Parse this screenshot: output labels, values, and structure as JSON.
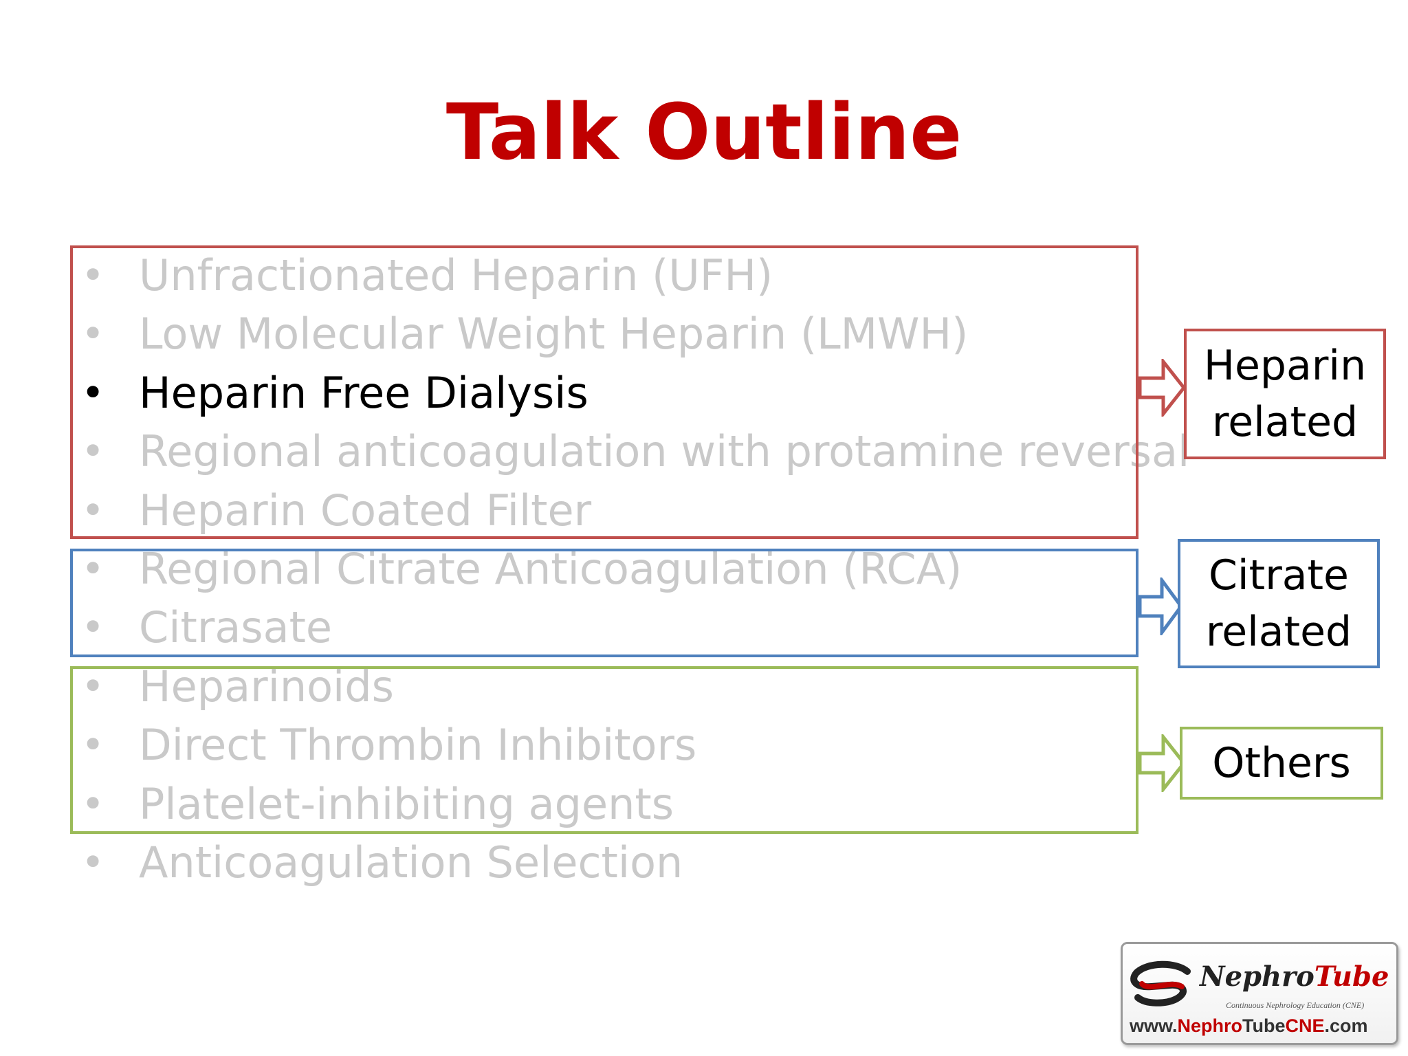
{
  "slide": {
    "title": "Talk Outline",
    "bullet_char": "•",
    "items": [
      {
        "label": "Unfractionated Heparin (UFH)",
        "active": false
      },
      {
        "label": "Low Molecular Weight Heparin (LMWH)",
        "active": false
      },
      {
        "label": "Heparin Free Dialysis",
        "active": true
      },
      {
        "label": "Regional anticoagulation with protamine reversal",
        "active": false
      },
      {
        "label": "Heparin Coated Filter",
        "active": false
      },
      {
        "label": "Regional Citrate Anticoagulation (RCA)",
        "active": false
      },
      {
        "label": "Citrasate",
        "active": false
      },
      {
        "label": "Heparinoids",
        "active": false
      },
      {
        "label": "Direct Thrombin Inhibitors",
        "active": false
      },
      {
        "label": "Platelet-inhibiting agents",
        "active": false
      },
      {
        "label": "Anticoagulation Selection",
        "active": false
      }
    ],
    "groups": [
      {
        "name": "heparin",
        "label_line1": "Heparin",
        "label_line2": "related",
        "color": "#c0504d"
      },
      {
        "name": "citrate",
        "label_line1": "Citrate",
        "label_line2": "related",
        "color": "#4f81bd"
      },
      {
        "name": "others",
        "label_line1": "Others",
        "label_line2": "",
        "color": "#9bbb59"
      }
    ],
    "colors": {
      "title": "#c00000",
      "active_text": "#000000",
      "inactive_text": "#c9c9c9"
    }
  },
  "logo": {
    "brand_part1": "Nephro",
    "brand_part2": "Tube",
    "tagline": "Continuous Nephrology Education (CNE)",
    "url_prefix": "www.",
    "url_red": "Nephro",
    "url_mid": "Tube",
    "url_red2": "CNE",
    "url_suffix": ".com"
  }
}
